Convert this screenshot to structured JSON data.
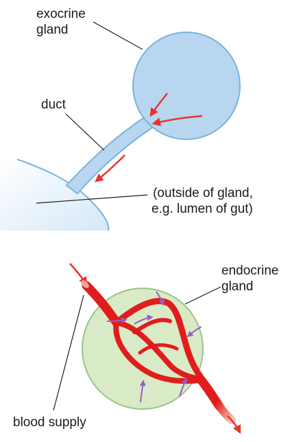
{
  "labels": {
    "exocrine_gland": "exocrine\ngland",
    "duct": "duct",
    "outside_of_gland": "(outside of gland,\ne.g. lumen of gut)",
    "endocrine_gland": "endocrine\ngland",
    "blood_supply": "blood supply"
  },
  "colors": {
    "exocrine_fill": "#b8d6ef",
    "exocrine_stroke": "#7ab2dc",
    "lumen_fill": "#e3f0fa",
    "endocrine_fill": "#d9eac6",
    "endocrine_stroke": "#9ac388",
    "vessel": "#e01d1d",
    "flow_arrow": "#e8322b",
    "absorb_arrow": "#9a5cc6",
    "leader_line": "#1a1a1a"
  }
}
